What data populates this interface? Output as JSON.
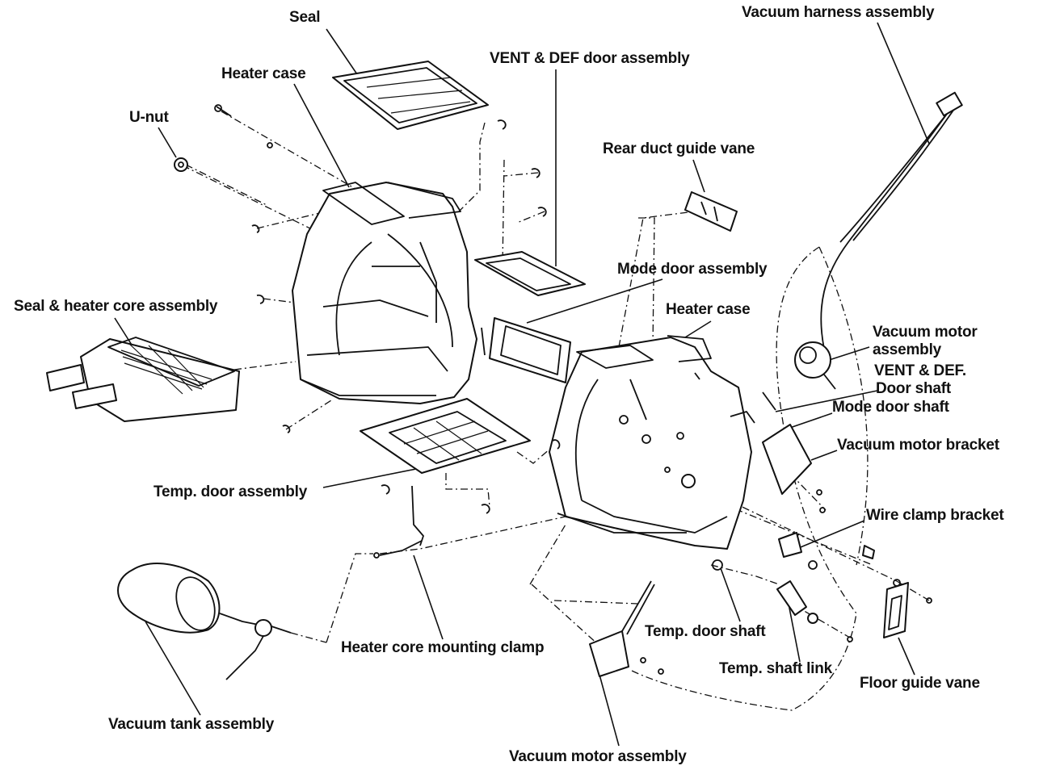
{
  "labels": {
    "seal": "Seal",
    "heater_case_top": "Heater case",
    "u_nut": "U-nut",
    "vent_def_door_assembly": "VENT & DEF door assembly",
    "vacuum_harness_assembly": "Vacuum harness assembly",
    "rear_duct_guide_vane": "Rear duct guide vane",
    "mode_door_assembly": "Mode door assembly",
    "seal_heater_core_assembly": "Seal & heater core assembly",
    "heater_case_right": "Heater case",
    "vacuum_motor_assembly_right_1": "Vacuum motor",
    "vacuum_motor_assembly_right_2": "assembly",
    "vent_def_door_shaft_1": "VENT & DEF.",
    "vent_def_door_shaft_2": "Door shaft",
    "mode_door_shaft": "Mode door shaft",
    "vacuum_motor_bracket": "Vacuum motor bracket",
    "temp_door_assembly": "Temp. door assembly",
    "wire_clamp_bracket": "Wire clamp bracket",
    "heater_core_mounting_clamp": "Heater core mounting clamp",
    "temp_door_shaft": "Temp. door shaft",
    "temp_shaft_link": "Temp. shaft link",
    "floor_guide_vane": "Floor guide vane",
    "vacuum_tank_assembly": "Vacuum tank assembly",
    "vacuum_motor_assembly_bottom": "Vacuum motor assembly"
  }
}
